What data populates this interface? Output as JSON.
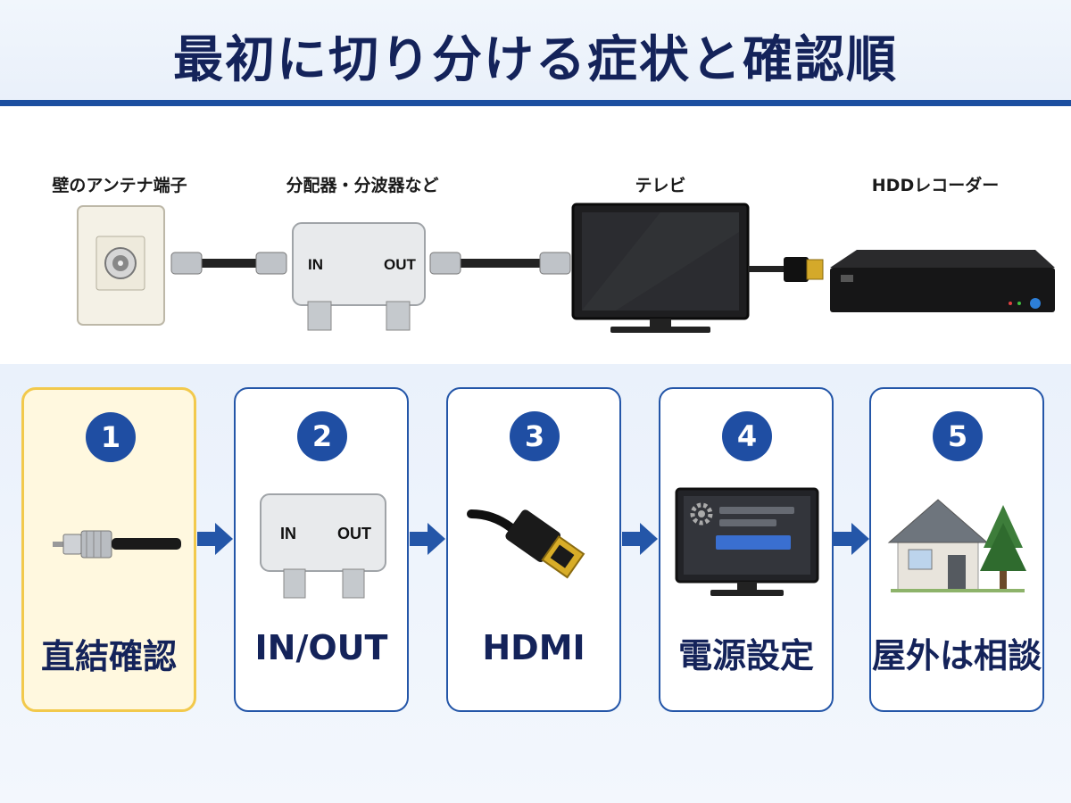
{
  "title": "最初に切り分ける症状と確認順",
  "devices": [
    {
      "label": "壁のアンテナ端子"
    },
    {
      "label": "分配器・分波器など",
      "in_label": "IN",
      "out_label": "OUT"
    },
    {
      "label": "テレビ"
    },
    {
      "label": "HDDレコーダー"
    }
  ],
  "steps": [
    {
      "number": "1",
      "label": "直結確認",
      "icon": "coax-plug-icon",
      "highlighted": true
    },
    {
      "number": "2",
      "label": "IN/OUT",
      "icon": "splitter-icon",
      "in_label": "IN",
      "out_label": "OUT"
    },
    {
      "number": "3",
      "label": "HDMI",
      "icon": "hdmi-cable-icon"
    },
    {
      "number": "4",
      "label": "電源設定",
      "icon": "tv-settings-icon"
    },
    {
      "number": "5",
      "label": "屋外は相談",
      "icon": "house-icon"
    }
  ],
  "colors": {
    "accent": "#1f4ea3",
    "title": "#14235a",
    "highlight_bg": "#fff8df",
    "highlight_border": "#f2c94c"
  }
}
